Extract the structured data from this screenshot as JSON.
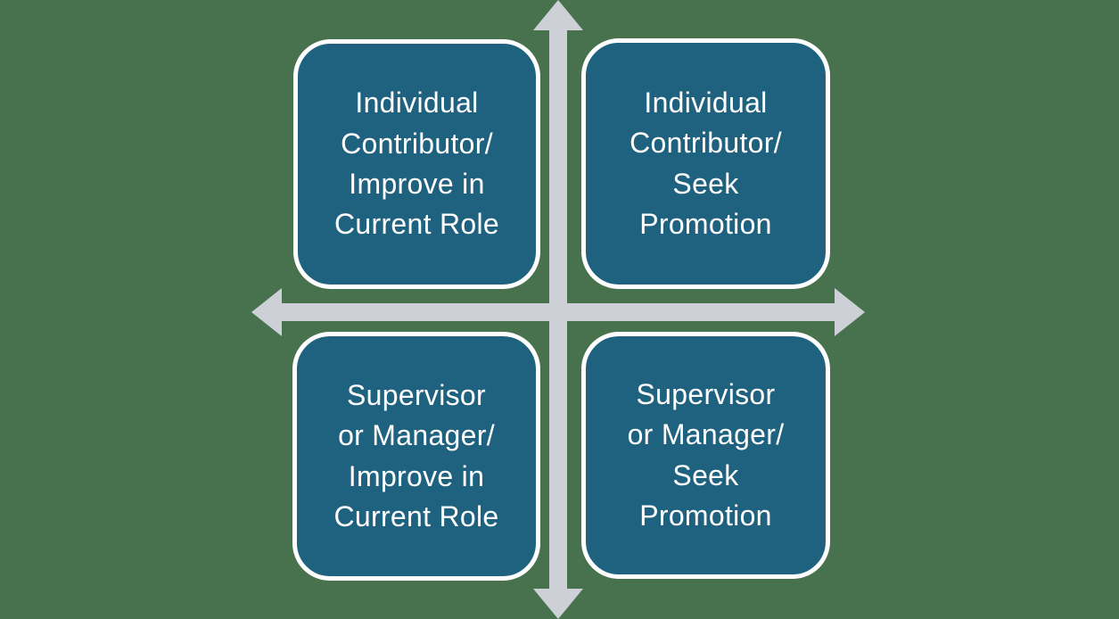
{
  "diagram": {
    "type": "quadrant-matrix",
    "quadrants": [
      {
        "position": "top-left",
        "label": "Individual\nContributor/\nImprove in\nCurrent Role"
      },
      {
        "position": "top-right",
        "label": "Individual\nContributor/\nSeek\nPromotion"
      },
      {
        "position": "bottom-left",
        "label": "Supervisor\nor Manager/\nImprove in\nCurrent Role"
      },
      {
        "position": "bottom-right",
        "label": "Supervisor\nor Manager/\nSeek\nPromotion"
      }
    ],
    "axes": {
      "style": "double-headed cross arrows",
      "directions": [
        "up",
        "down",
        "left",
        "right"
      ]
    },
    "colors": {
      "background": "#48714E",
      "box_fill": "#1E6280",
      "box_border": "#FFFFFF",
      "axis": "#CDD1D7",
      "text": "#FFFFFF"
    }
  }
}
